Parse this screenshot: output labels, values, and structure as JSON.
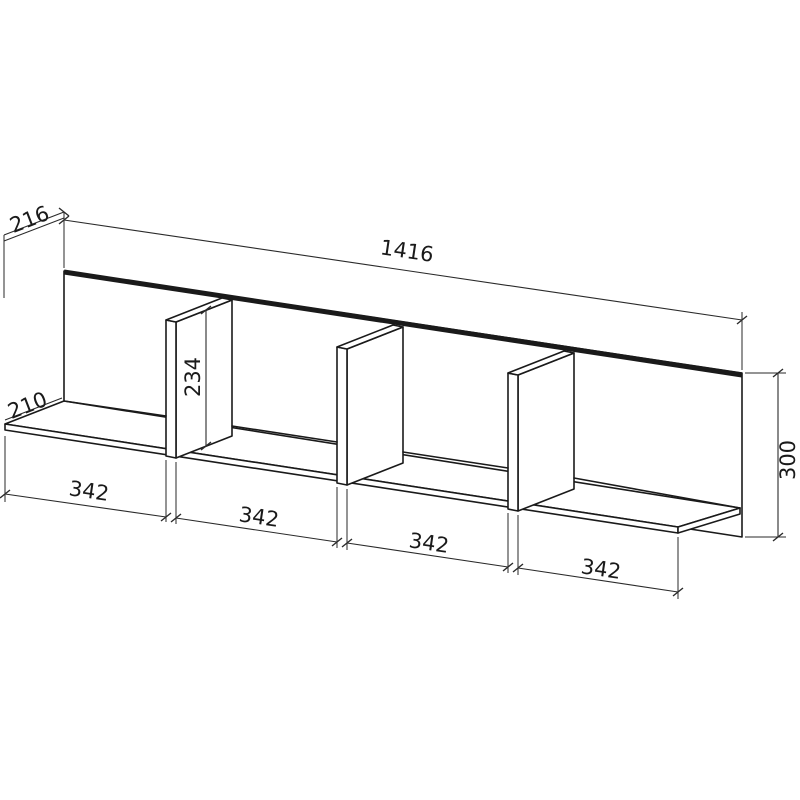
{
  "drawing": {
    "dimensions": {
      "overall_width": "1416",
      "overall_depth": "216",
      "shelf_depth": "210",
      "compartment_1_width": "342",
      "compartment_2_width": "342",
      "compartment_3_width": "342",
      "compartment_4_width": "342",
      "divider_height": "234",
      "overall_height": "300"
    },
    "colors": {
      "line": "#1a1a1a",
      "background": "#ffffff"
    }
  }
}
